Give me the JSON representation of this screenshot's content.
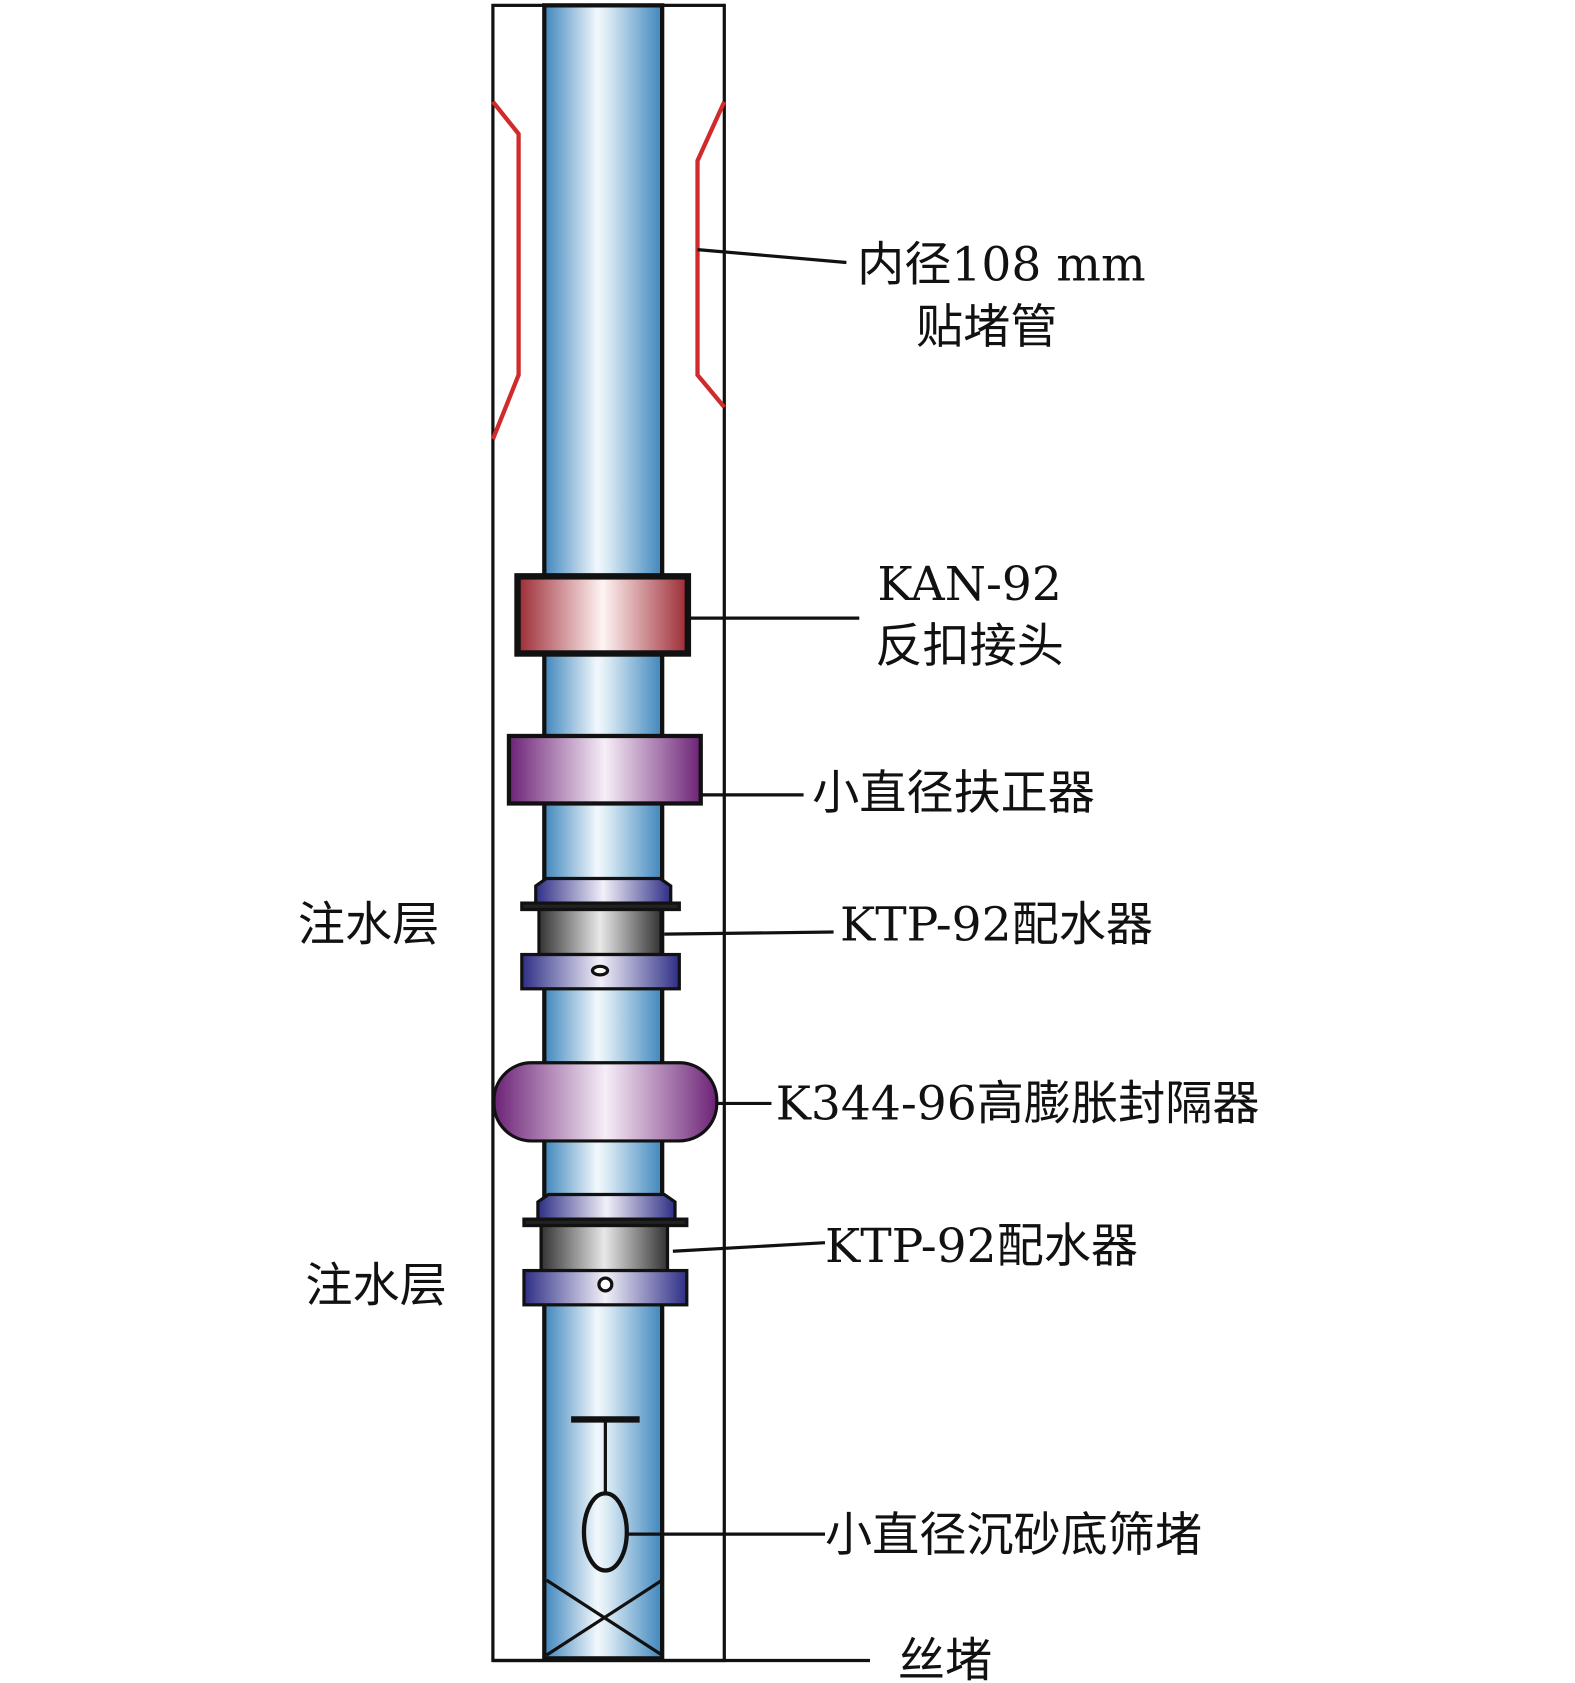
{
  "labels": {
    "sticking_pipe_line1": "内径108 mm",
    "sticking_pipe_line2": "贴堵管",
    "reverse_joint_line1": "KAN-92",
    "reverse_joint_line2": "反扣接头",
    "centralizer": "小直径扶正器",
    "distributor_1": "KTP-92配水器",
    "packer": "K344-96高膨胀封隔器",
    "distributor_2": "KTP-92配水器",
    "screen_plug": "小直径沉砂底筛堵",
    "wire_plug": "丝堵",
    "injection_layer_1": "注水层",
    "injection_layer_2": "注水层"
  },
  "colors": {
    "tubing": "#4f95c4",
    "sticking_pipe": "#d02a2a",
    "reverse_joint": "#a8353c",
    "centralizer": "#6e2378",
    "distributor": "#3b3a8c"
  }
}
